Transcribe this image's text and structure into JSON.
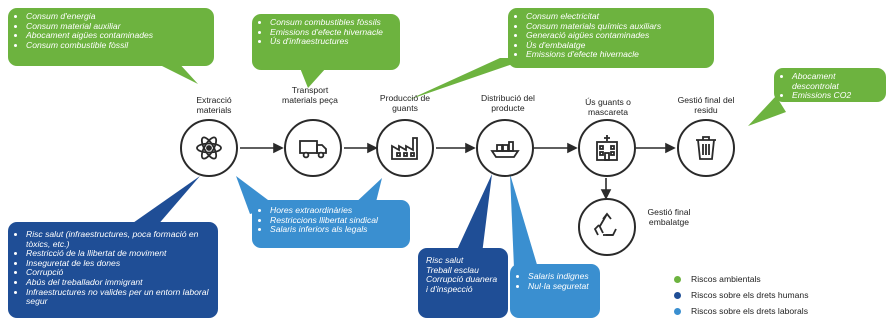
{
  "stages": [
    {
      "label": "Extracció materials",
      "icon": "atom-icon"
    },
    {
      "label": "Transport materials peça",
      "icon": "truck-icon"
    },
    {
      "label": "Producció de guants",
      "icon": "factory-icon"
    },
    {
      "label": "Distribució del producte",
      "icon": "ship-icon"
    },
    {
      "label": "Ús guants o mascareta",
      "icon": "hospital-icon"
    },
    {
      "label": "Gestió final del residu",
      "icon": "trash-bin-icon"
    },
    {
      "label": "Gestió final embalatge",
      "icon": "recycle-icon"
    }
  ],
  "callouts": {
    "extraction_env": [
      "Consum d'energia",
      "Consum material auxiliar",
      "Abocament aigües contaminades",
      "Consum combustible fòssil"
    ],
    "transport_env": [
      "Consum combustibles fòssils",
      "Emissions d'efecte hivernacle",
      "Ús d'infraestructures"
    ],
    "distribution_env": [
      "Consum electricitat",
      "Consum materials químics auxiliars",
      "Generació aigües contaminades",
      "Ús d'embalatge",
      "Emissions d'efecte hivernacle"
    ],
    "waste_env": [
      "Abocament descontrolat",
      "Emissions CO2"
    ],
    "extraction_hr": [
      "Risc salut (infraestructures, poca formació en tòxics, etc.)",
      "Restricció de la llibertat de moviment",
      "Inseguretat de les dones",
      "Corrupció",
      "Abús del treballador immigrant",
      "Infraestructures no valides per un entorn laboral segur"
    ],
    "production_labor": [
      "Hores extraordinàries",
      "Restriccions llibertat sindical",
      "Salaris inferiors als legals"
    ],
    "distribution_hr": [
      "Risc salut",
      "Treball esclau",
      "Corrupció duanera i d'inspecció"
    ],
    "distribution_labor": [
      "Salaris indignes",
      "Nul·la seguretat"
    ]
  },
  "legend": [
    {
      "label": "Riscos ambientals",
      "color": "#6db33f"
    },
    {
      "label": "Riscos sobre els drets humans",
      "color": "#1f4e96"
    },
    {
      "label": "Riscos sobre els drets laborals",
      "color": "#3a8fd0"
    }
  ],
  "colors": {
    "environmental": "#6db33f",
    "human_rights": "#1f4e96",
    "labor_rights": "#3a8fd0"
  }
}
